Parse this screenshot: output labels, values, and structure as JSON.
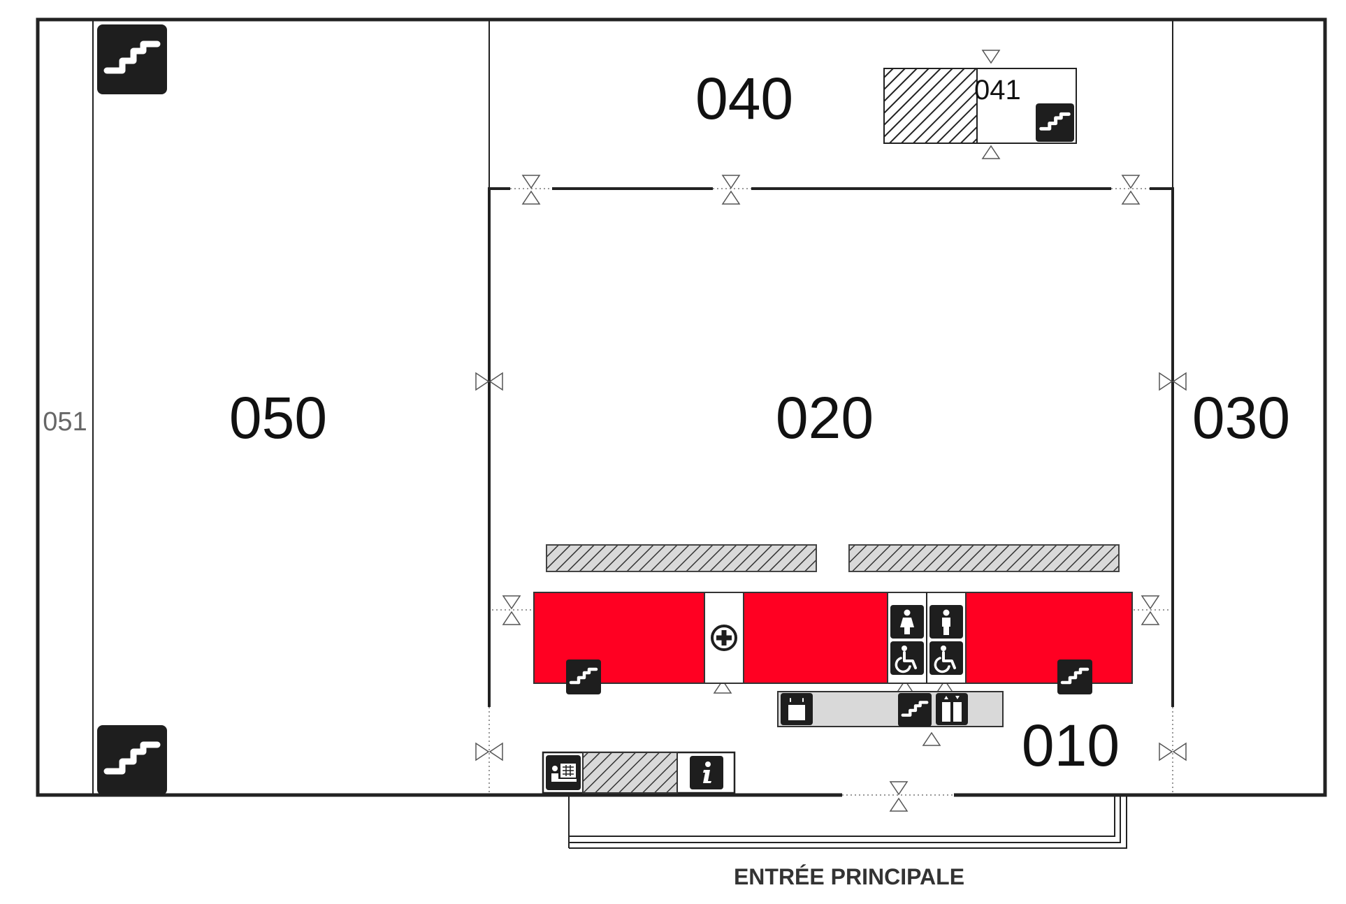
{
  "rooms": {
    "r010": "010",
    "r020": "020",
    "r030": "030",
    "r040": "040",
    "r041": "041",
    "r050": "050",
    "r051": "051"
  },
  "entrance_label": "ENTRÉE PRINCIPALE",
  "icons": {
    "stairs": "stairs-icon",
    "first_aid": "first-aid-icon",
    "toilet_women": "toilet-women-icon",
    "toilet_men": "toilet-men-icon",
    "wheelchair": "wheelchair-icon",
    "info": "info-icon",
    "elevator": "elevator-icon",
    "shop": "shop-icon",
    "ticket_desk": "ticket-desk-icon"
  },
  "colors": {
    "wall": "#222222",
    "highlight_zone": "#ff0022",
    "corridor_gray": "#d9d9d9",
    "icon_bg": "#1e1e1e"
  }
}
